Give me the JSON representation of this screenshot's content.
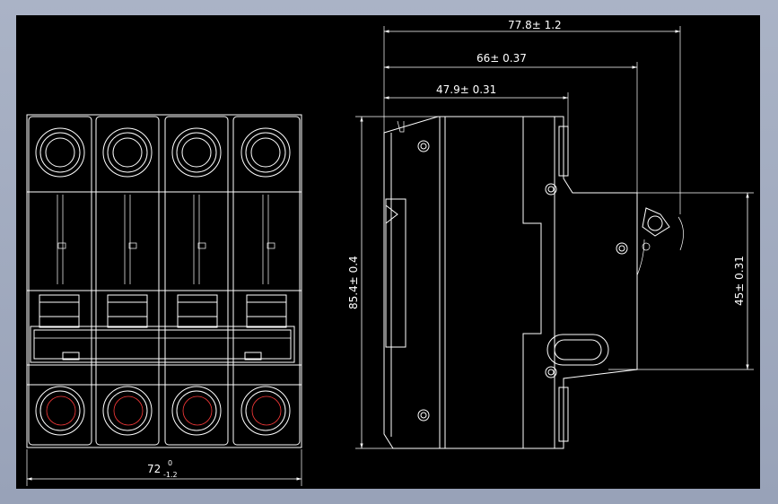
{
  "colors": {
    "background": "#000000",
    "frame": "#a4adc1",
    "line": "#ffffff",
    "accent": "#ff3b3b"
  },
  "dimensions": {
    "overall_depth": "77.8± 1.2",
    "depth_mid": "66± 0.37",
    "depth_front": "47.9± 0.31",
    "height": "85.4± 0.4",
    "rail_height": "45± 0.31",
    "width_main": "72",
    "width_tol_upper": "0",
    "width_tol_lower": "-1.2"
  }
}
